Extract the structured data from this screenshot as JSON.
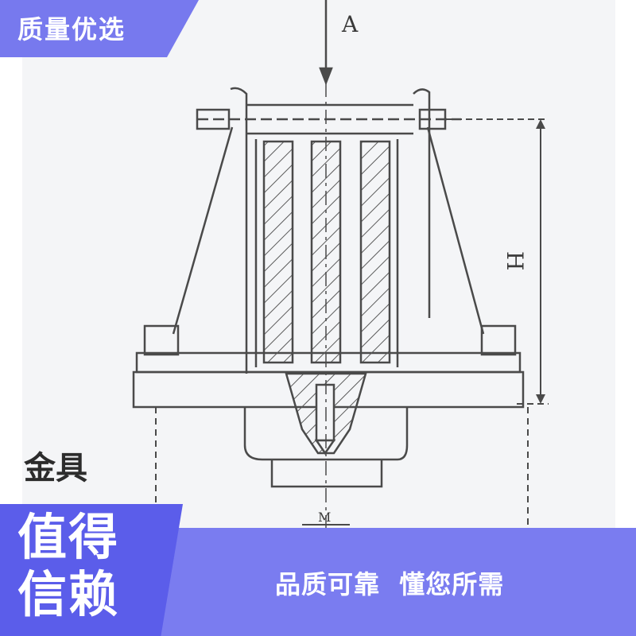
{
  "badge": {
    "label": "质量优选"
  },
  "drawing": {
    "label_a": "A",
    "label_h": "H",
    "label_m": "M",
    "side_label": "金具"
  },
  "footer": {
    "left_line1": "值得",
    "left_line2": "信赖",
    "slogan": "品质可靠  懂您所需"
  },
  "colors": {
    "badge": "#7779ee",
    "footer_bar": "#7a7cf0",
    "footer_left": "#5b5dea",
    "line": "#4a4a4a"
  }
}
